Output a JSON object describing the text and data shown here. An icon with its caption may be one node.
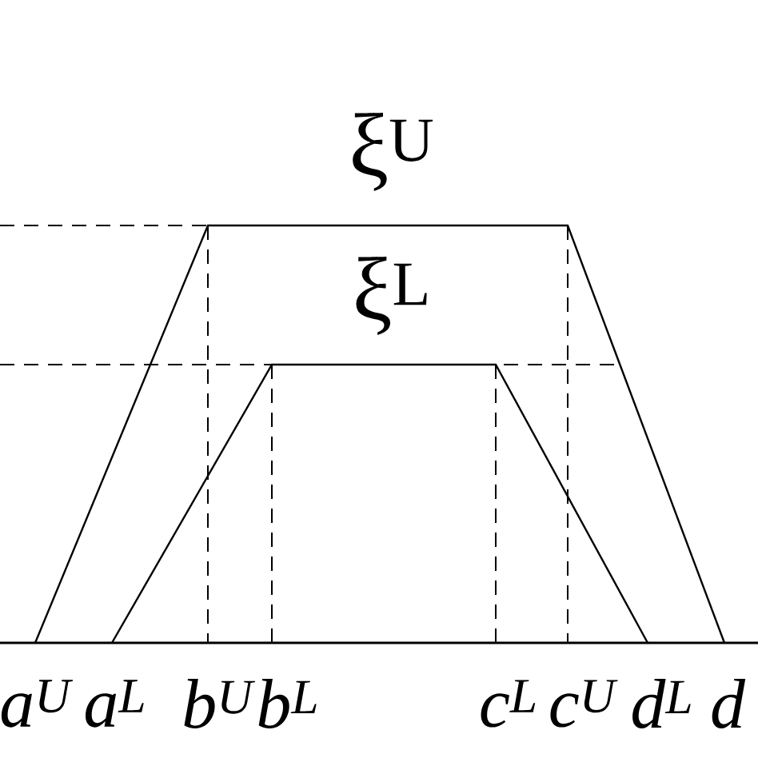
{
  "diagram": {
    "labels": [
      "ξ$^{U}$",
      "ξ$^{L}$",
      "a$^{U}$",
      "a$^{L}$",
      "b$^{U}$",
      "b$^{L}$",
      "c$^{L}$",
      "c$^{U}$",
      "d$^{L}$",
      "d"
    ]
  }
}
